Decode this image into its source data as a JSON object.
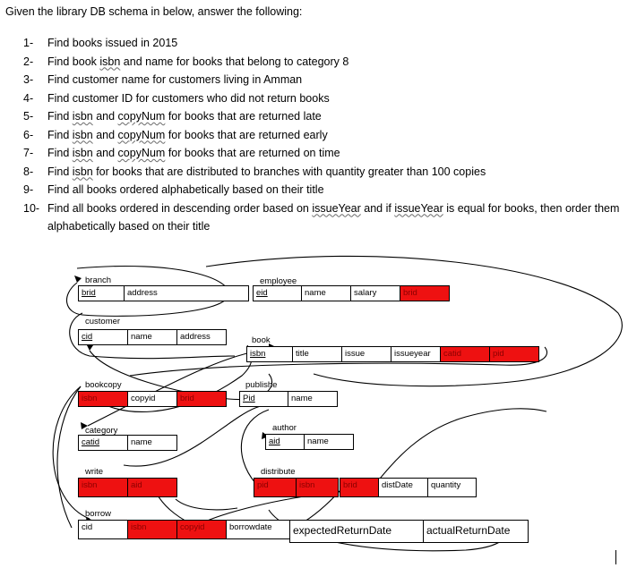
{
  "intro": "Given the library DB schema in below, answer the following:",
  "questions": [
    {
      "num": "1-",
      "parts": [
        {
          "t": "Find books issued in 2015"
        }
      ]
    },
    {
      "num": "2-",
      "parts": [
        {
          "t": "Find book "
        },
        {
          "t": "isbn",
          "s": true
        },
        {
          "t": " and name for books that belong to category 8"
        }
      ]
    },
    {
      "num": "3-",
      "parts": [
        {
          "t": "Find customer name for customers living in Amman"
        }
      ]
    },
    {
      "num": "4-",
      "parts": [
        {
          "t": "Find customer ID for customers who did not return books"
        }
      ]
    },
    {
      "num": "5-",
      "parts": [
        {
          "t": "Find "
        },
        {
          "t": "isbn",
          "s": true
        },
        {
          "t": " and "
        },
        {
          "t": "copyNum",
          "s": true
        },
        {
          "t": " for books that are returned late"
        }
      ]
    },
    {
      "num": "6-",
      "parts": [
        {
          "t": "Find "
        },
        {
          "t": "isbn",
          "s": true
        },
        {
          "t": " and "
        },
        {
          "t": "copyNum",
          "s": true
        },
        {
          "t": " for books that are returned early"
        }
      ]
    },
    {
      "num": "7-",
      "parts": [
        {
          "t": "Find "
        },
        {
          "t": "isbn",
          "s": true
        },
        {
          "t": " and "
        },
        {
          "t": "copyNum",
          "s": true
        },
        {
          "t": " for books that are returned on time"
        }
      ]
    },
    {
      "num": "8-",
      "parts": [
        {
          "t": "Find "
        },
        {
          "t": "isbn",
          "s": true
        },
        {
          "t": " for books that are distributed to branches with quantity greater than 100 copies"
        }
      ]
    },
    {
      "num": "9-",
      "parts": [
        {
          "t": "Find all books ordered alphabetically based on their title"
        }
      ]
    },
    {
      "num": "10-",
      "parts": [
        {
          "t": "Find all books ordered in descending order based on "
        },
        {
          "t": "issueYear",
          "s": true
        },
        {
          "t": " and if "
        },
        {
          "t": "issueYear",
          "s": true
        },
        {
          "t": " is equal for books, then order them alphabetically based on their title"
        }
      ]
    }
  ],
  "tables": [
    {
      "id": "branch",
      "name": "branch",
      "cells": [
        {
          "label": "brid",
          "red": false,
          "pk": true
        },
        {
          "label": "address",
          "red": false,
          "pk": false
        }
      ]
    },
    {
      "id": "employee",
      "name": "employee",
      "cells": [
        {
          "label": "eid",
          "red": false,
          "pk": true
        },
        {
          "label": "name",
          "red": false,
          "pk": false
        },
        {
          "label": "salary",
          "red": false,
          "pk": false
        },
        {
          "label": "brid",
          "red": true,
          "pk": false
        }
      ]
    },
    {
      "id": "customer",
      "name": "customer",
      "cells": [
        {
          "label": "cid",
          "red": false,
          "pk": true
        },
        {
          "label": "name",
          "red": false,
          "pk": false
        },
        {
          "label": "address",
          "red": false,
          "pk": false
        }
      ]
    },
    {
      "id": "book",
      "name": "book",
      "cells": [
        {
          "label": "isbn",
          "red": false,
          "pk": true
        },
        {
          "label": "title",
          "red": false,
          "pk": false
        },
        {
          "label": "issue",
          "red": false,
          "pk": false
        },
        {
          "label": "issueyear",
          "red": false,
          "pk": false
        },
        {
          "label": "catid",
          "red": true,
          "pk": false
        },
        {
          "label": "pid",
          "red": true,
          "pk": false
        }
      ]
    },
    {
      "id": "bookcopy",
      "name": "bookcopy",
      "cells": [
        {
          "label": "isbn",
          "red": true,
          "pk": false
        },
        {
          "label": "copyid",
          "red": false,
          "pk": false
        },
        {
          "label": "brid",
          "red": true,
          "pk": false
        }
      ]
    },
    {
      "id": "publisher",
      "name": "publishe",
      "cells": [
        {
          "label": "Pid",
          "red": false,
          "pk": true
        },
        {
          "label": "name",
          "red": false,
          "pk": false
        }
      ]
    },
    {
      "id": "category",
      "name": "category",
      "cells": [
        {
          "label": "catid",
          "red": false,
          "pk": true
        },
        {
          "label": "name",
          "red": false,
          "pk": false
        }
      ]
    },
    {
      "id": "author",
      "name": "author",
      "cells": [
        {
          "label": "aid",
          "red": false,
          "pk": true
        },
        {
          "label": "name",
          "red": false,
          "pk": false
        }
      ]
    },
    {
      "id": "write",
      "name": "write",
      "cells": [
        {
          "label": "isbn",
          "red": true,
          "pk": false
        },
        {
          "label": "aid",
          "red": true,
          "pk": false
        }
      ]
    },
    {
      "id": "distribute",
      "name": "distribute",
      "cells": [
        {
          "label": "pid",
          "red": true,
          "pk": false
        },
        {
          "label": "isbn",
          "red": true,
          "pk": false
        },
        {
          "label": "brid",
          "red": true,
          "pk": false
        },
        {
          "label": "distDate",
          "red": false,
          "pk": false
        },
        {
          "label": "quantity",
          "red": false,
          "pk": false
        }
      ]
    },
    {
      "id": "borrow",
      "name": "borrow",
      "cells": [
        {
          "label": "cid",
          "red": false,
          "pk": false
        },
        {
          "label": "isbn",
          "red": true,
          "pk": false
        },
        {
          "label": "copyid",
          "red": true,
          "pk": false
        },
        {
          "label": "borrowdate",
          "red": false,
          "pk": false
        },
        {
          "label": "expectedReturnDate",
          "red": false,
          "pk": false
        },
        {
          "label": "actualReturnDate",
          "red": false,
          "pk": false
        }
      ]
    }
  ],
  "colors": {
    "foreign_key": "#ee1111",
    "text": "#000000",
    "background": "#ffffff"
  }
}
